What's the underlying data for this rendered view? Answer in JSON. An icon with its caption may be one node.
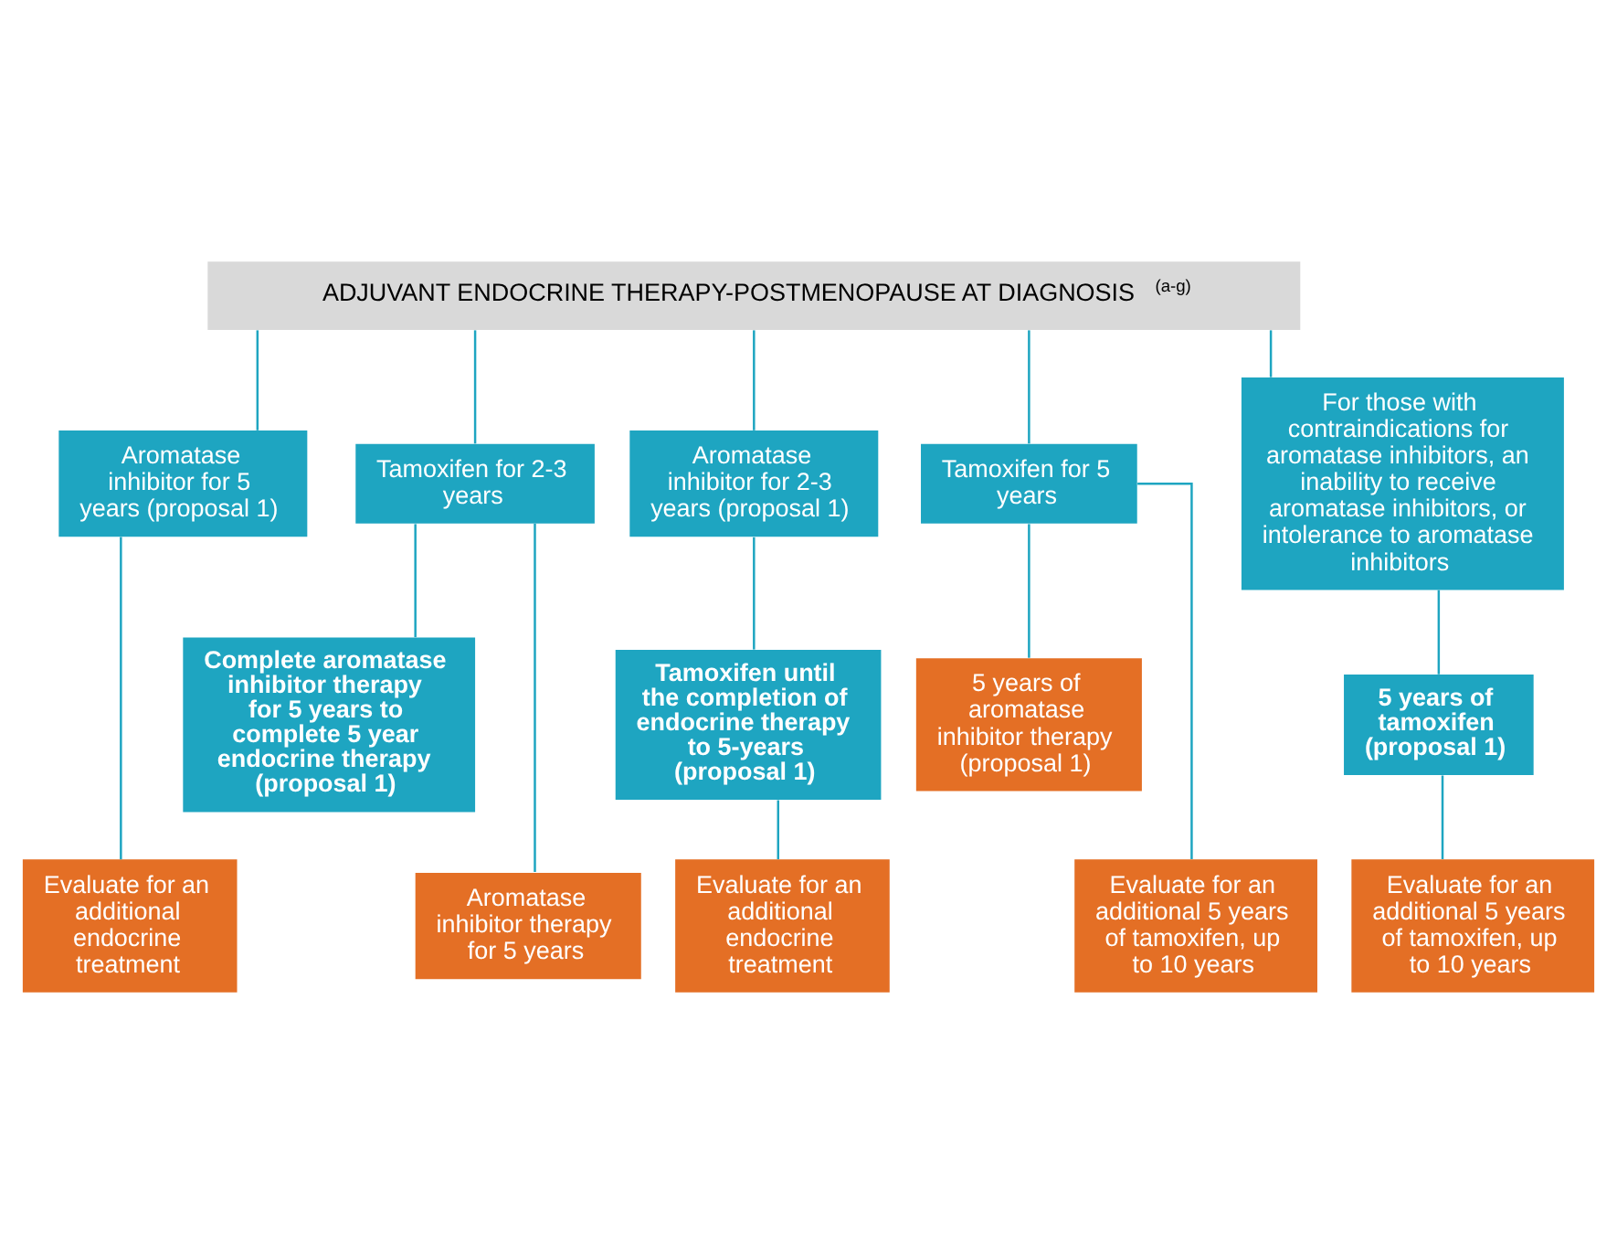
{
  "diagram": {
    "nodes": [
      {
        "text": [
          "ADJUVANT ENDOCRINE THERAPY-POSTMENOPAUSE AT DIAGNOSIS$^{(a-g)}$"
        ]
      },
      {
        "text": [
          "Aromatase inhibitor for 5 years (proposal 1)"
        ]
      },
      {
        "text": [
          "Tamoxifen for 2-3 years"
        ]
      },
      {
        "text": [
          "Aromatase inhibitor for 2-3 years (proposal 1)"
        ]
      },
      {
        "text": [
          "Tamoxifen for 5 years"
        ]
      },
      {
        "text": [
          "For those with contraindications for aromatase inhibitors, an inability to receive aromatase inhibitors, or intolerance to aromatase inhibitors"
        ]
      },
      {
        "text": [
          "Evaluate for an additional endocrine treatment"
        ]
      },
      {
        "text": [
          "Complete aromatase inhibitor therapy for 5 years to complete 5 year endocrine therapy (proposal 1)"
        ]
      },
      {
        "text": [
          "Aromatase inhibitor therapy for 5 years"
        ]
      },
      {
        "text": [
          "Tamoxifen until the completion of endocrine therapy to 5-years (proposal 1)"
        ]
      },
      {
        "text": [
          "Evaluate for an additional endocrine treatment"
        ]
      },
      {
        "text": [
          "5 years of aromatase inhibitor therapy (proposal 1)"
        ]
      },
      {
        "text": [
          "Evaluate for an additional 5 years of tamoxifen, up to 10 years"
        ]
      },
      {
        "text": [
          "5 years of tamoxifen (proposal 1)"
        ]
      },
      {
        "text": [
          "Evaluate for an additional 5 years of tamoxifen, up to 10 years"
        ]
      }
    ],
    "edges": [
      {
        "from": 0,
        "to": 1,
        "arrow": "none"
      },
      {
        "from": 0,
        "to": 2,
        "arrow": "none"
      },
      {
        "from": 0,
        "to": 3,
        "arrow": "none"
      },
      {
        "from": 0,
        "to": 4,
        "arrow": "none"
      },
      {
        "from": 0,
        "to": 5,
        "arrow": "none"
      },
      {
        "from": 1,
        "to": 6,
        "arrow": "none"
      },
      {
        "from": 2,
        "to": 7,
        "arrow": "none"
      },
      {
        "from": 2,
        "to": 8,
        "arrow": "none"
      },
      {
        "from": 3,
        "to": 9,
        "arrow": "none"
      },
      {
        "from": 9,
        "to": 10,
        "arrow": "none"
      },
      {
        "from": 4,
        "to": 11,
        "arrow": "none"
      },
      {
        "from": 4,
        "to": 12,
        "arrow": "none"
      },
      {
        "from": 5,
        "to": 13,
        "arrow": "none"
      },
      {
        "from": 13,
        "to": 14,
        "arrow": "none"
      }
    ]
  }
}
